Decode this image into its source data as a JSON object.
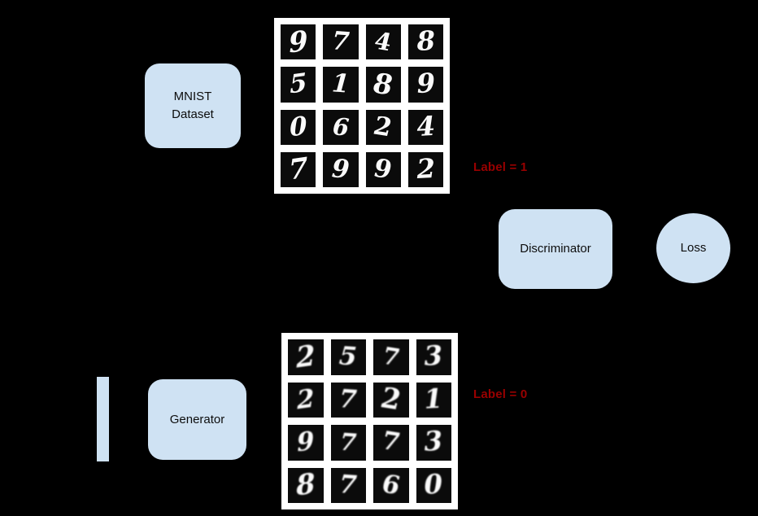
{
  "colors": {
    "bg": "#000000",
    "accent": "#cfe2f3",
    "label": "#990000",
    "grid-bg": "#ffffff",
    "cell-bg": "#0b0b0b",
    "digit": "#fafafa",
    "node-text": "#0d0d0d"
  },
  "nodes": {
    "mnist": {
      "line1": "MNIST",
      "line2": "Dataset"
    },
    "discriminator": {
      "label": "Discriminator"
    },
    "loss": {
      "label": "Loss"
    },
    "generator": {
      "label": "Generator"
    }
  },
  "annotations": {
    "real_label": "Label = 1",
    "fake_label": "Label = 0"
  },
  "real_grid": {
    "digits": [
      "9",
      "7",
      "4",
      "8",
      "5",
      "1",
      "8",
      "9",
      "0",
      "6",
      "2",
      "4",
      "7",
      "9",
      "9",
      "2"
    ]
  },
  "fake_grid": {
    "digits": [
      "2",
      "5",
      "7",
      "3",
      "2",
      "7",
      "2",
      "1",
      "9",
      "7",
      "7",
      "3",
      "8",
      "7",
      "6",
      "0"
    ]
  }
}
